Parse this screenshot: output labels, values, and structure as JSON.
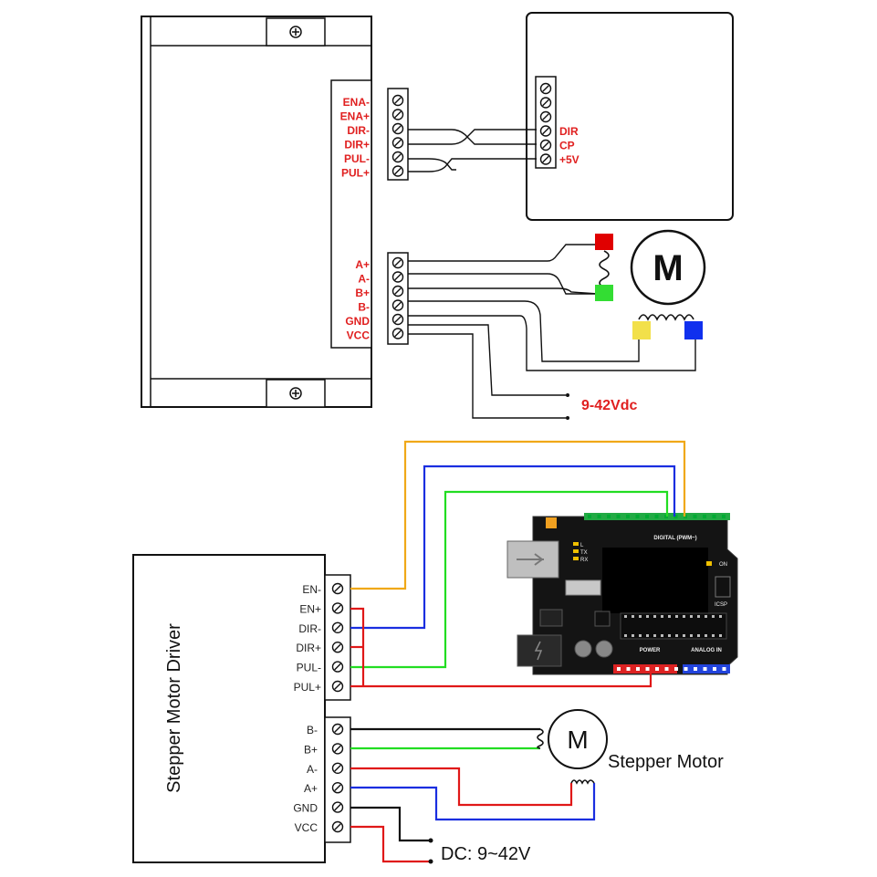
{
  "top_diagram": {
    "control_terminals": [
      "ENA-",
      "ENA+",
      "DIR-",
      "DIR+",
      "PUL-",
      "PUL+"
    ],
    "power_terminals": [
      "A+",
      "A-",
      "B+",
      "B-",
      "GND",
      "VCC"
    ],
    "controller_labels": [
      "DIR",
      "CP",
      "+5V"
    ],
    "motor_letter": "M",
    "supply_label": "9-42Vdc",
    "coil_colors": [
      "#e00000",
      "#33dd33",
      "#f2e04a",
      "#1030ee"
    ]
  },
  "bottom_diagram": {
    "driver_title": "Stepper Motor Driver",
    "control_terminals": [
      "EN-",
      "EN+",
      "DIR-",
      "DIR+",
      "PUL-",
      "PUL+"
    ],
    "power_terminals": [
      "B-",
      "B+",
      "A-",
      "A+",
      "GND",
      "VCC"
    ],
    "motor_letter": "M",
    "motor_label": "Stepper Motor",
    "supply_label": "DC: 9~42V",
    "arduino": {
      "digital_header": "DIGITAL (PWM~)",
      "power_header": "POWER",
      "analog_header": "ANALOG IN",
      "icsp_label": "ICSP",
      "on_label": "ON",
      "led_labels": [
        "L",
        "TX",
        "RX"
      ]
    },
    "wire_colors": {
      "orange": "#f0a818",
      "blue": "#1a2ee0",
      "green": "#22dd22",
      "red": "#e01818",
      "black": "#111111"
    }
  }
}
